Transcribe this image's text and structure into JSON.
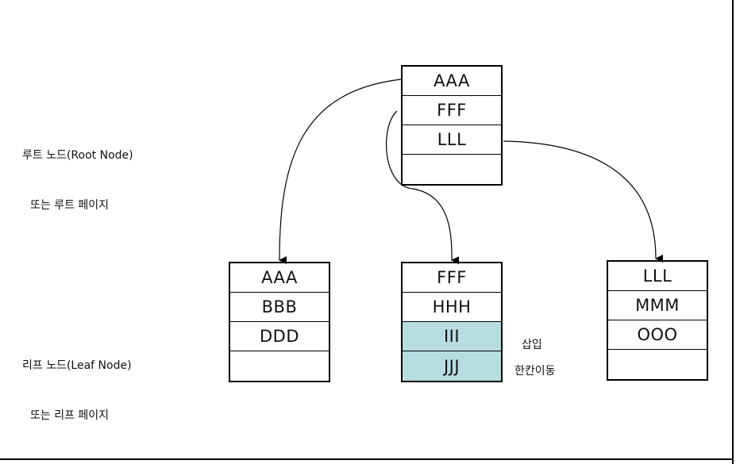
{
  "labels": {
    "root_line1": "루트 노드(Root Node)",
    "root_line2": "또는 루트 페이지",
    "leaf_line1": "리프 노드(Leaf Node)",
    "leaf_line2": "또는 리프 페이지"
  },
  "notes": {
    "insert": "삽입",
    "shift": "한칸이동"
  },
  "root_node": {
    "keys": [
      "AAA",
      "FFF",
      "LLL",
      ""
    ]
  },
  "leaf_nodes": [
    {
      "keys": [
        "AAA",
        "BBB",
        "DDD",
        ""
      ]
    },
    {
      "keys": [
        "FFF",
        "HHH",
        "III",
        "JJJ"
      ],
      "highlighted": [
        false,
        false,
        true,
        true
      ]
    },
    {
      "keys": [
        "LLL",
        "MMM",
        "OOO",
        ""
      ]
    }
  ],
  "colors": {
    "highlight": "#b8dde1",
    "line": "#000000"
  }
}
